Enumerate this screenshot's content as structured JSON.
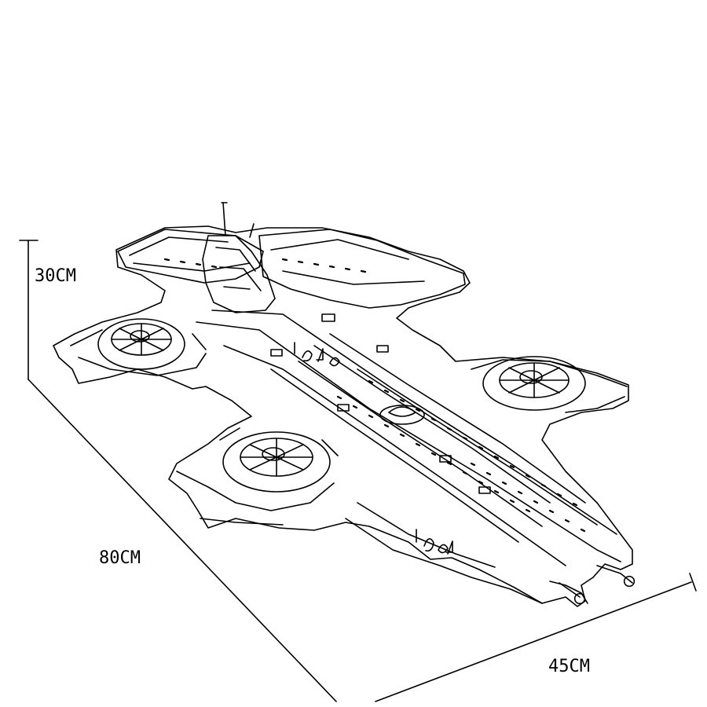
{
  "dimensions": {
    "height": "30CM",
    "length": "80CM",
    "width": "45CM"
  },
  "colors": {
    "line": "#000000",
    "background": "#ffffff"
  }
}
